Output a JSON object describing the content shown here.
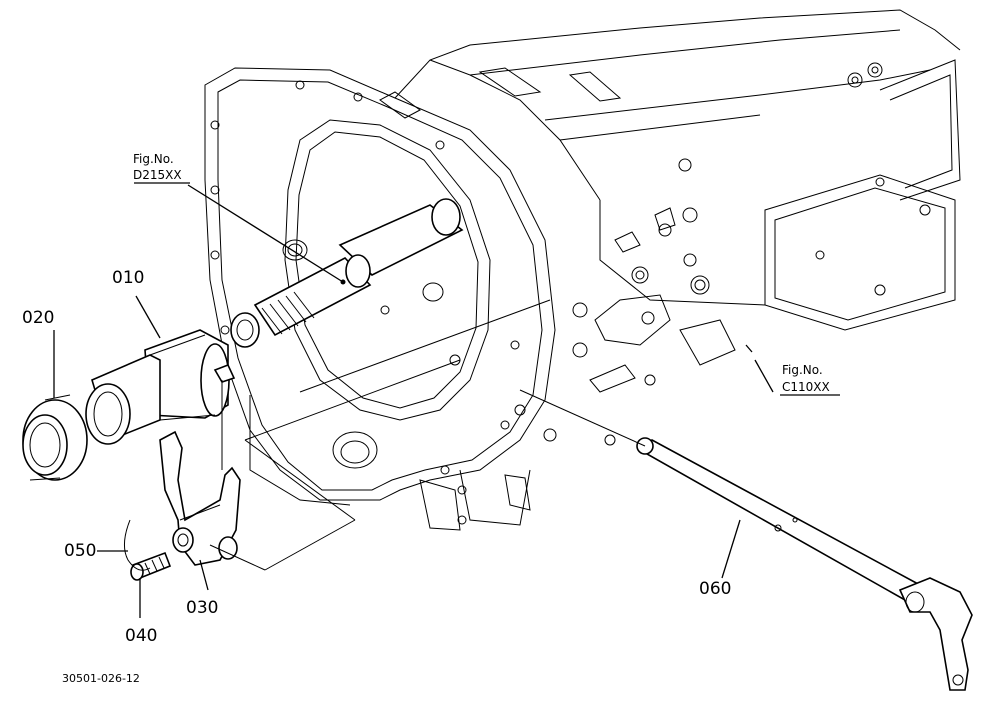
{
  "callouts": [
    {
      "id": "010",
      "text": "010"
    },
    {
      "id": "020",
      "text": "020"
    },
    {
      "id": "030",
      "text": "030"
    },
    {
      "id": "040",
      "text": "040"
    },
    {
      "id": "050",
      "text": "050"
    },
    {
      "id": "060",
      "text": "060"
    }
  ],
  "figure_refs": [
    {
      "line1": "Fig.No.",
      "line2": "D215XX"
    },
    {
      "line1": "Fig.No.",
      "line2": "C110XX"
    }
  ],
  "footer_code": "30501-026-12"
}
